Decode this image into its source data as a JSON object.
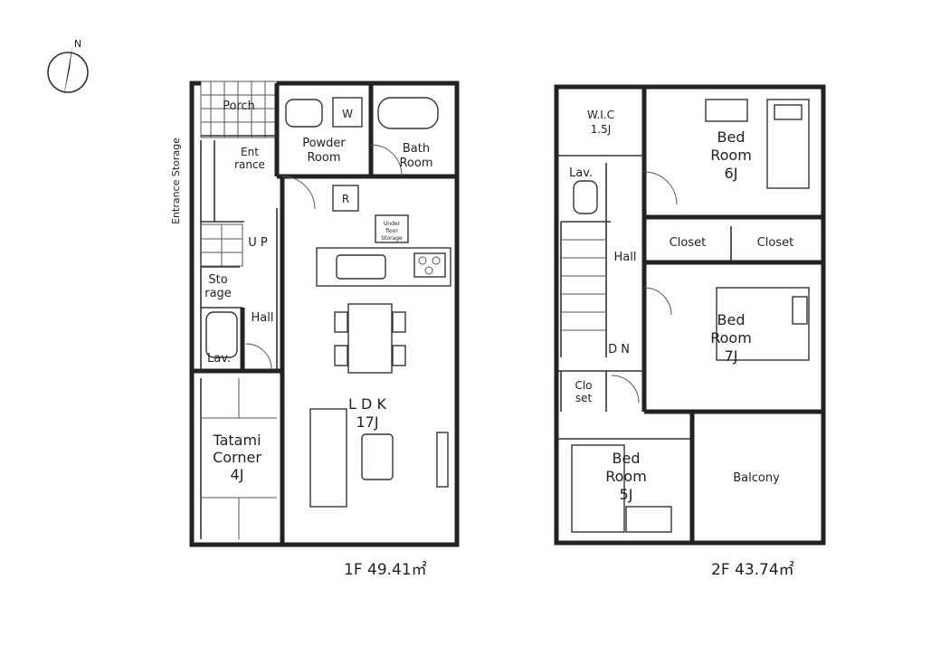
{
  "north": "N",
  "floor1": {
    "area_label": "1F 49.41㎡",
    "rooms": {
      "porch": "Porch",
      "entrance_storage": "Entrance Storage",
      "entrance": [
        "Ent",
        "rance"
      ],
      "powder_room": [
        "Powder",
        "Room"
      ],
      "washer": "W",
      "bath_room": [
        "Bath",
        "Room"
      ],
      "fridge": "R",
      "under_floor": [
        "Under",
        "floor",
        "Storage"
      ],
      "up": "U P",
      "storage": [
        "Sto",
        "rage"
      ],
      "hall": "Hall",
      "lav": "Lav.",
      "ldk": [
        "L D K",
        "17J"
      ],
      "tatami": [
        "Tatami",
        "Corner",
        "4J"
      ]
    }
  },
  "floor2": {
    "area_label": "2F 43.74㎡",
    "rooms": {
      "wic": [
        "W.I.C",
        "1.5J"
      ],
      "bed1": [
        "Bed",
        "Room",
        "6J"
      ],
      "lav": "Lav.",
      "hall": "Hall",
      "closet_a": "Closet",
      "closet_b": "Closet",
      "bed2": [
        "Bed",
        "Room",
        "7J"
      ],
      "dn": "D N",
      "closet_small": [
        "Clo",
        "set"
      ],
      "bed3": [
        "Bed",
        "Room",
        "5J"
      ],
      "balcony": "Balcony"
    }
  }
}
